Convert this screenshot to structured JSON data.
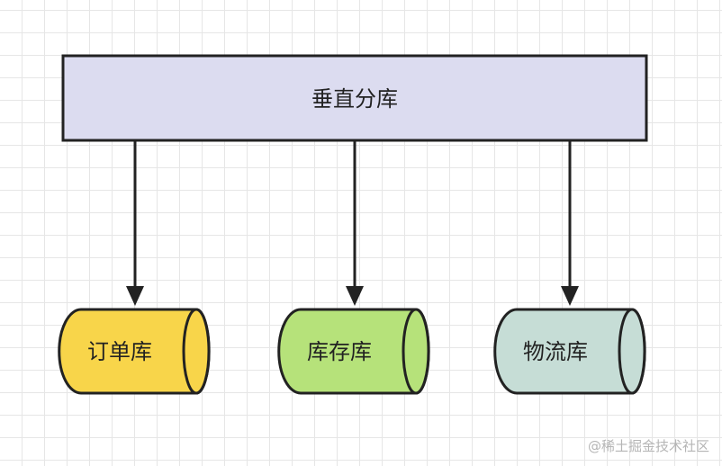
{
  "top_box": {
    "label": "垂直分库"
  },
  "databases": [
    {
      "label": "订单库"
    },
    {
      "label": "库存库"
    },
    {
      "label": "物流库"
    }
  ],
  "watermark": "@稀土掘金技术社区",
  "colors": {
    "top_box_fill": "#dcdcf0",
    "stroke": "#222222",
    "order_db_fill": "#f8d54a",
    "stock_db_fill": "#b6e27a",
    "logistics_db_fill": "#c6ddd6",
    "grid": "#e6e6e6"
  }
}
